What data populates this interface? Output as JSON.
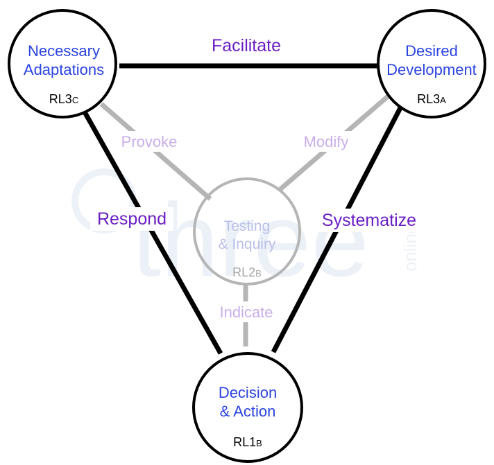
{
  "nodes": {
    "top_left": {
      "line1": "Necessary",
      "line2": "Adaptations",
      "code": "RL3",
      "sub": "C"
    },
    "top_right": {
      "line1": "Desired",
      "line2": "Development",
      "code": "RL3",
      "sub": "A"
    },
    "center": {
      "line1": "Testing",
      "line2": "& Inquiry",
      "code": "RL2",
      "sub": "B"
    },
    "bottom": {
      "line1": "Decision",
      "line2": "& Action",
      "code": "RL1",
      "sub": "B"
    }
  },
  "edges": {
    "outer_top": "Facilitate",
    "outer_left": "Respond",
    "outer_right": "Systematize",
    "inner_top_left": "Provoke",
    "inner_top_right": "Modify",
    "inner_bottom": "Indicate"
  },
  "watermark": {
    "main": "three",
    "side": "online"
  },
  "colors": {
    "outer_line": "#000000",
    "inner_line": "#b5b5b5",
    "outer_label": "#6a1fc4",
    "inner_label": "#c9aee8",
    "node_title": "#2b44e0",
    "center_title": "#b9bfe8",
    "center_code": "#a6a6a6"
  }
}
